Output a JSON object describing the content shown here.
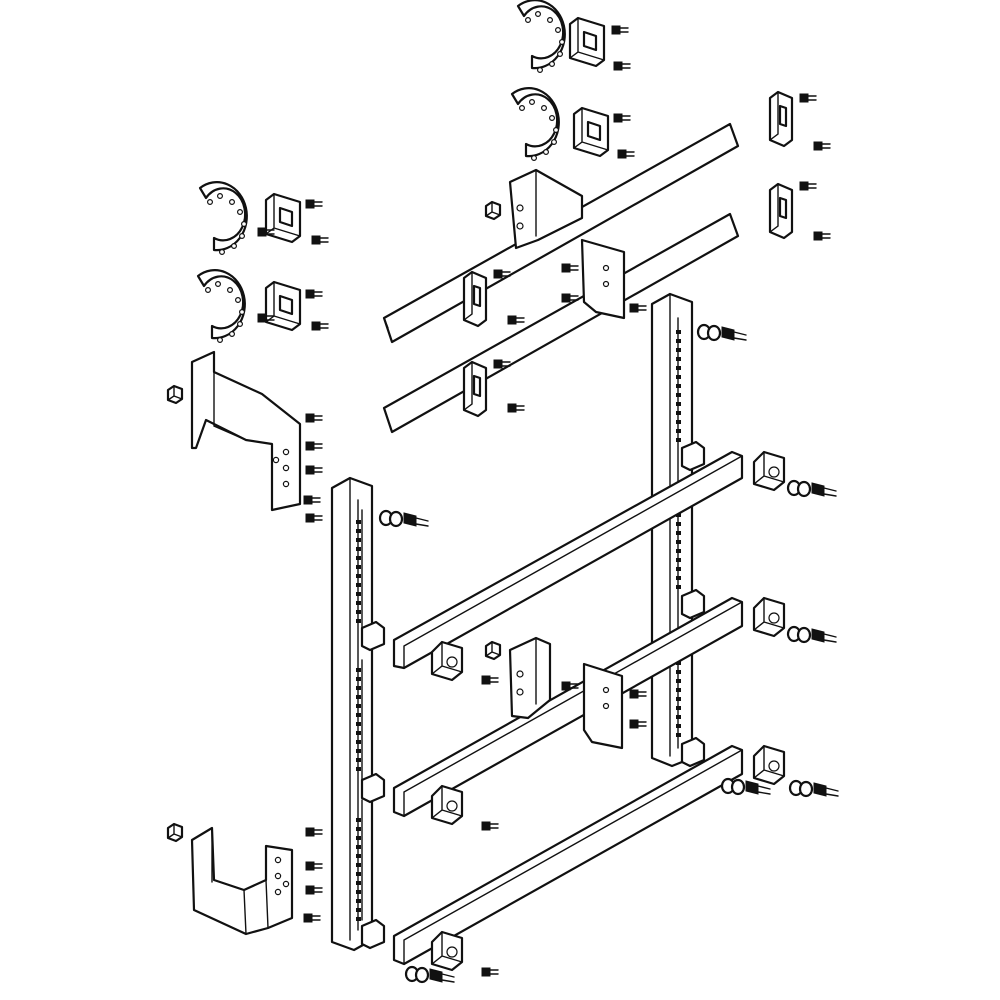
{
  "figure": {
    "kind": "exploded-assembly-drawing",
    "line_color": "#111111",
    "background": "#ffffff",
    "parts": {
      "uprights": 2,
      "horizontal_busbars": 3,
      "upper_angled_bars": 2,
      "circular_clamps": 4,
      "u_brackets": 2,
      "terminal_blocks": 6
    }
  }
}
